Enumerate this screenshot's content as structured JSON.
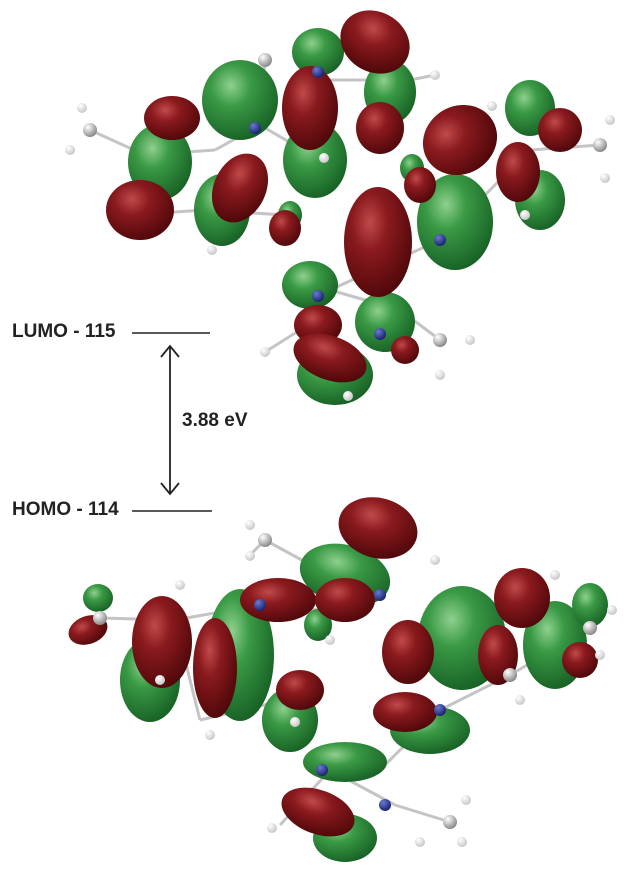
{
  "levels": {
    "lumo_label": "LUMO - 115",
    "homo_label": "HOMO - 114",
    "gap_label": "3.88 eV"
  },
  "colors": {
    "positive_lobe": "#2f8a3a",
    "negative_lobe": "#7a1418",
    "bond": "#b8b8b8",
    "carbon_atom": "#9a9a9a",
    "nitrogen_atom": "#2a3a8a",
    "hydrogen_atom": "#f4f4f4",
    "text": "#222222",
    "line": "#222222"
  }
}
